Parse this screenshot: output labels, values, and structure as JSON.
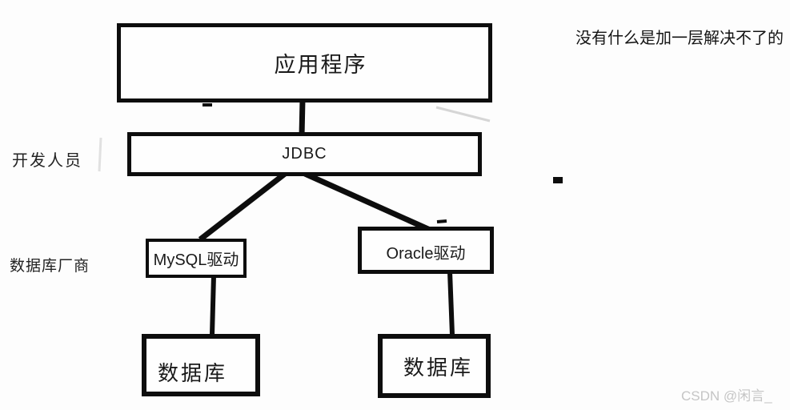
{
  "diagram": {
    "top_note": "没有什么是加一层解决不了的",
    "nodes": {
      "application": {
        "label": "应用程序"
      },
      "jdbc": {
        "label": "JDBC"
      },
      "mysql_driver": {
        "label": "MySQL驱动"
      },
      "oracle_driver": {
        "label": "Oracle驱动"
      },
      "database_left": {
        "label": "数据库"
      },
      "database_right": {
        "label": "数据库"
      }
    },
    "side_labels": {
      "developer": "开发人员",
      "db_vendor": "数据库厂商"
    },
    "edges": [
      {
        "from": "application",
        "to": "jdbc"
      },
      {
        "from": "jdbc",
        "to": "mysql_driver"
      },
      {
        "from": "jdbc",
        "to": "oracle_driver"
      },
      {
        "from": "mysql_driver",
        "to": "database_left"
      },
      {
        "from": "oracle_driver",
        "to": "database_right"
      }
    ],
    "colors": {
      "box_border": "#0d0d0d",
      "line": "#0d0d0d",
      "background": "#fdfdfd",
      "watermark": "#c5c5c5"
    }
  },
  "watermark": {
    "text": "CSDN @闲言_"
  }
}
